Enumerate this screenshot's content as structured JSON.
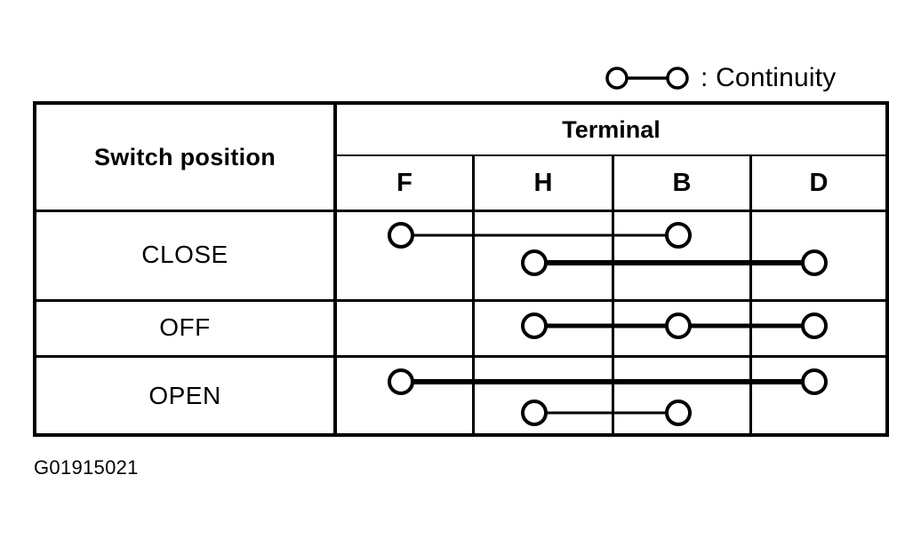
{
  "legend": {
    "symbol_name": "continuity-symbol",
    "text": ": Continuity"
  },
  "table": {
    "corner_header": "Switch position",
    "group_header": "Terminal",
    "terminals": [
      "F",
      "H",
      "B",
      "D"
    ],
    "rows": [
      {
        "label": "CLOSE",
        "connections": [
          {
            "from": "F",
            "to": "B",
            "level": "upper",
            "weight": "thin"
          },
          {
            "from": "H",
            "to": "D",
            "level": "lower",
            "weight": "thick"
          }
        ]
      },
      {
        "label": "OFF",
        "connections": [
          {
            "from": "H",
            "to": "D",
            "level": "middle",
            "weight": "medium",
            "nodes": [
              "H",
              "B",
              "D"
            ]
          }
        ]
      },
      {
        "label": "OPEN",
        "connections": [
          {
            "from": "F",
            "to": "D",
            "level": "upper",
            "weight": "thick"
          },
          {
            "from": "H",
            "to": "B",
            "level": "lower",
            "weight": "thin"
          }
        ]
      }
    ]
  },
  "caption": "G01915021",
  "colors": {
    "ink": "#000000",
    "paper": "#ffffff"
  }
}
